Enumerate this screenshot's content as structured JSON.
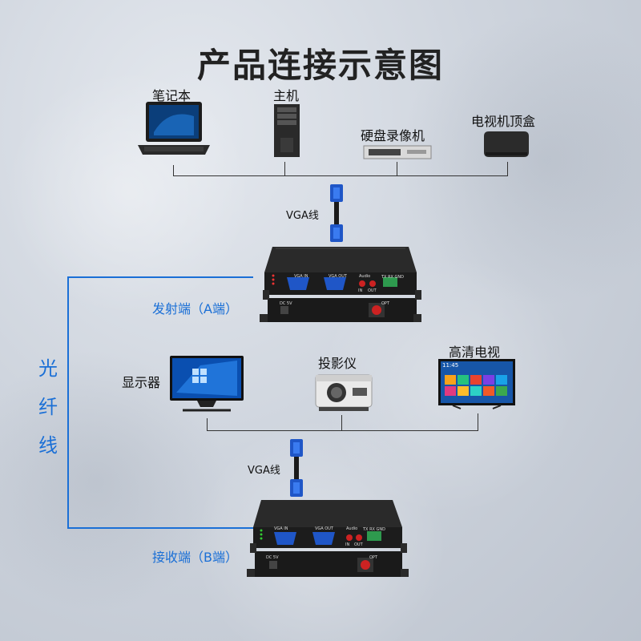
{
  "title": "产品连接示意图",
  "sources": {
    "laptop": "笔记本",
    "host": "主机",
    "dvr": "硬盘录像机",
    "settop": "电视机顶盒"
  },
  "vga_label_top": "VGA线",
  "transmitter_label": "发射端（A端）",
  "fiber_label": [
    "光",
    "纤",
    "线"
  ],
  "displays": {
    "monitor": "显示器",
    "projector": "投影仪",
    "hdtv": "高清电视"
  },
  "vga_label_bottom": "VGA线",
  "receiver_label": "接收端（B端）",
  "device_panel": {
    "vga_in": "VGA IN",
    "vga_out": "VGA OUT",
    "audio": "Audio",
    "audio_in": "IN",
    "audio_out": "OUT",
    "data": "TX RX GND",
    "dc": "DC 5V",
    "opt": "OPT"
  },
  "tv_screen_time": "11:45",
  "colors": {
    "accent": "#1a6fd6",
    "line": "#333333"
  }
}
